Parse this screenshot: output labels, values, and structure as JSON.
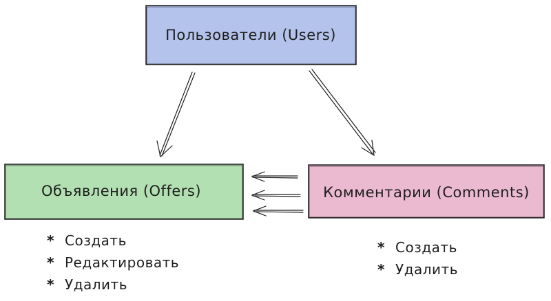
{
  "boxes": {
    "users": {
      "label": "Пользователи (Users)",
      "fill": "#b4c3ec",
      "stroke": "#1e1e1e"
    },
    "offers": {
      "label": "Объявления (Offers)",
      "fill": "#b2e0b2",
      "stroke": "#1e1e1e"
    },
    "comments": {
      "label": "Комментарии (Comments)",
      "fill": "#ebbad0",
      "stroke": "#1e1e1e"
    }
  },
  "lists": {
    "offers_actions": [
      {
        "bullet": "*",
        "text": "Создать"
      },
      {
        "bullet": "*",
        "text": "Редактировать"
      },
      {
        "bullet": "*",
        "text": "Удалить"
      }
    ],
    "comments_actions": [
      {
        "bullet": "*",
        "text": "Создать"
      },
      {
        "bullet": "*",
        "text": "Удалить"
      }
    ]
  },
  "connections": [
    {
      "from": "users",
      "to": "offers"
    },
    {
      "from": "users",
      "to": "comments"
    },
    {
      "from": "comments",
      "to": "offers",
      "count": 3
    }
  ]
}
